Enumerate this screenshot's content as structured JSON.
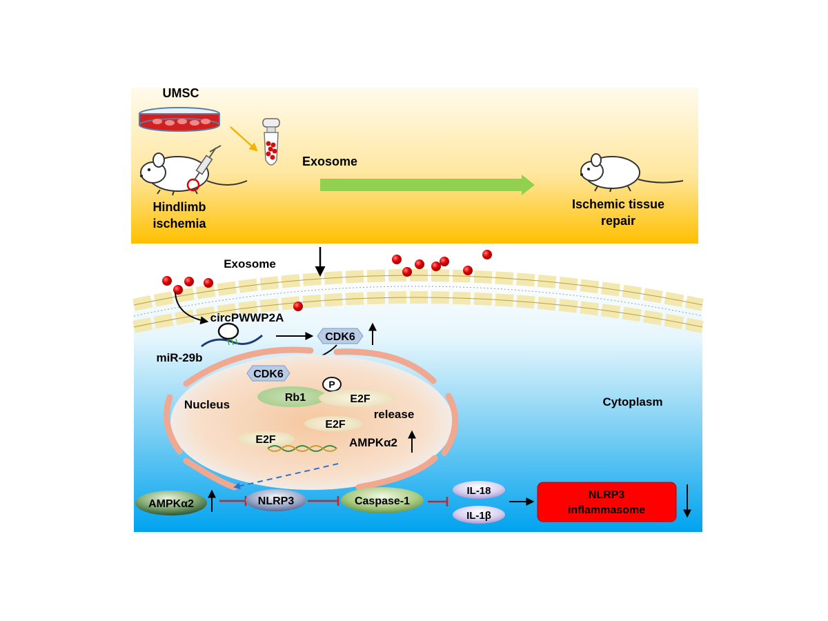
{
  "top_panel": {
    "umsc_label": "UMSC",
    "hindlimb_label_line1": "Hindlimb",
    "hindlimb_label_line2": "ischemia",
    "exosome_label": "Exosome",
    "repair_label_line1": "Ischemic tissue",
    "repair_label_line2": "repair"
  },
  "bottom_panel": {
    "exosome_label": "Exosome",
    "circ_label": "circPWWP2A",
    "mir_label": "miR-29b",
    "cdk6_cyto_label": "CDK6",
    "cdk6_nuc_label": "CDK6",
    "p_label": "P",
    "rb1_label": "Rb1",
    "e2f_label_1": "E2F",
    "e2f_label_2": "E2F",
    "e2f_label_3": "E2F",
    "release_label": "release",
    "ampk_nuc_label": "AMPKα2",
    "nucleus_label": "Nucleus",
    "cytoplasm_label": "Cytoplasm",
    "ampk_label": "AMPKα2",
    "nlrp3_label": "NLRP3",
    "caspase_label": "Caspase-1",
    "il18_label": "IL-18",
    "il1b_label": "IL-1β",
    "inflammasome_line1": "NLRP3",
    "inflammasome_line2": "inflammasome"
  },
  "colors": {
    "top_gradient_start": "#fff8e6",
    "top_gradient_end": "#ffc000",
    "cyto_gradient_start": "#ffffff",
    "cyto_gradient_end": "#00a6f0",
    "green_arrow": "#92d050",
    "exosome_red": "#e00000",
    "inhibit_red": "#d02020",
    "inflammasome_box": "#ff0000"
  }
}
